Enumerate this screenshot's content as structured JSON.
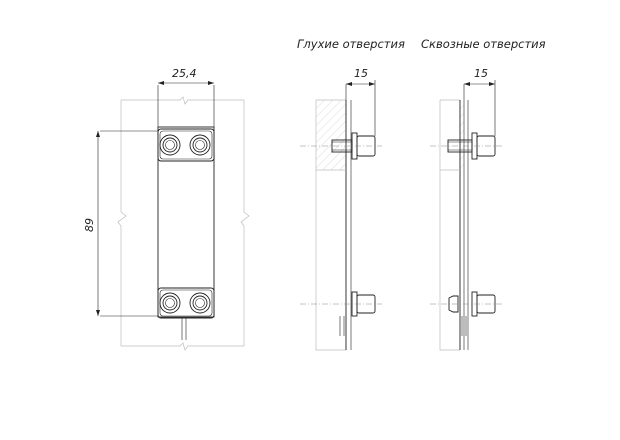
{
  "titles": {
    "blind_holes": "Глухие отверстия",
    "through_holes": "Сквозные отверстия"
  },
  "dimensions": {
    "plate_width": "25,4",
    "hole_spacing": "89",
    "blind_depth": "15",
    "through_depth": "15"
  }
}
